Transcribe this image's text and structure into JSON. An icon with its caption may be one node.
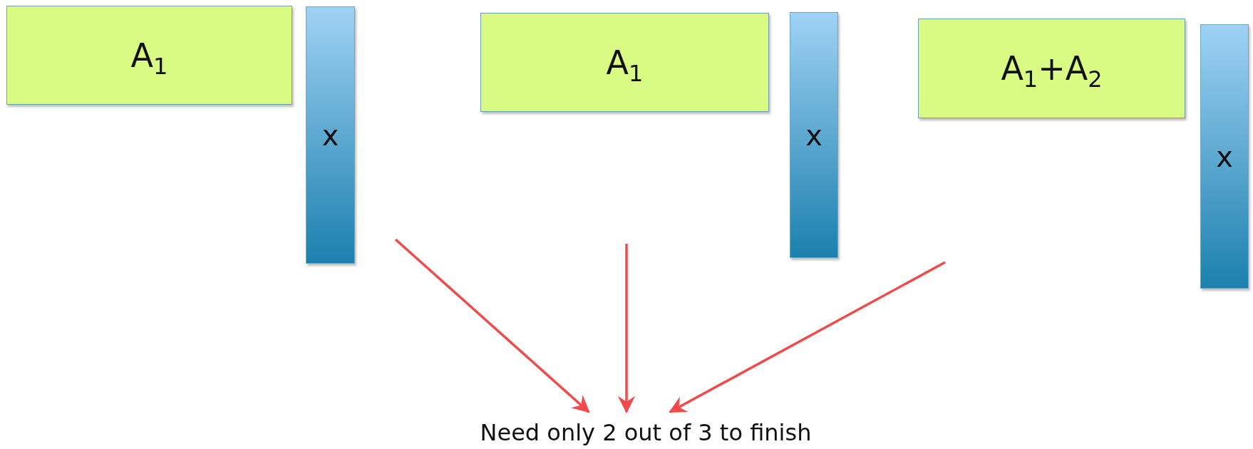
{
  "diagram": {
    "nodes": [
      {
        "text": [
          "A$_{1}$"
        ]
      },
      {
        "text": [
          "x"
        ]
      },
      {
        "text": [
          "A$_{1}$"
        ]
      },
      {
        "text": [
          "x"
        ]
      },
      {
        "text": [
          "A$_{1}$+A$_{2}$"
        ]
      },
      {
        "text": [
          "x"
        ]
      },
      {
        "text": [
          "Need only 2 out of 3 to finish"
        ]
      }
    ],
    "edges": [
      {
        "from": null,
        "to": 6,
        "arrow": "to"
      },
      {
        "from": null,
        "to": 6,
        "arrow": "to"
      },
      {
        "from": null,
        "to": 6,
        "arrow": "to"
      }
    ]
  }
}
